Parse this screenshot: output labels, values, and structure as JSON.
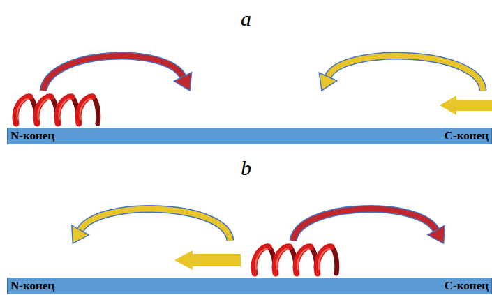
{
  "diagram": {
    "nodes": [
      {
        "text": [
          "N-конец",
          "С-конец"
        ]
      },
      {
        "text": [
          "N-конец",
          "С-конец"
        ]
      }
    ],
    "labels": [
      "a",
      "b"
    ]
  }
}
